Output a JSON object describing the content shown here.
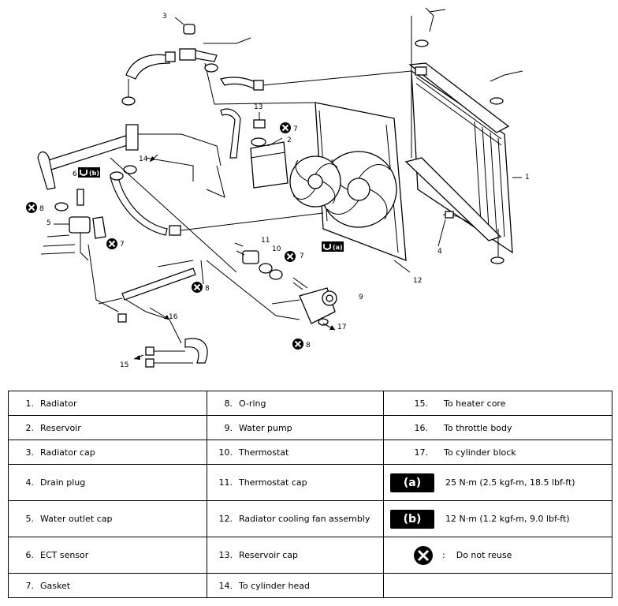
{
  "callouts": {
    "c1": "1",
    "c2": "2",
    "c3": "3",
    "c4": "4",
    "c5": "5",
    "c6": "6",
    "c7": "7",
    "c8": "8",
    "c9": "9",
    "c10": "10",
    "c11": "11",
    "c12": "12",
    "c13": "13",
    "c14": "14",
    "c15": "15",
    "c16": "16",
    "c17": "17"
  },
  "torque_tags": {
    "a": "(a)",
    "b": "(b)"
  },
  "legend": {
    "rows": [
      [
        {
          "num": "1.",
          "label": "Radiator"
        },
        {
          "num": "8.",
          "label": "O-ring"
        },
        {
          "num": "15.",
          "label": "To heater core"
        }
      ],
      [
        {
          "num": "2.",
          "label": "Reservoir"
        },
        {
          "num": "9.",
          "label": "Water pump"
        },
        {
          "num": "16.",
          "label": "To throttle body"
        }
      ],
      [
        {
          "num": "3.",
          "label": "Radiator cap"
        },
        {
          "num": "10.",
          "label": "Thermostat"
        },
        {
          "num": "17.",
          "label": "To cylinder block"
        }
      ],
      [
        {
          "num": "4.",
          "label": "Drain plug"
        },
        {
          "num": "11.",
          "label": "Thermostat cap"
        },
        {
          "symbol": "torque-a",
          "label": "25 N·m (2.5 kgf-m, 18.5 lbf-ft)"
        }
      ],
      [
        {
          "num": "5.",
          "label": "Water outlet cap"
        },
        {
          "num": "12.",
          "label": "Radiator cooling fan assembly"
        },
        {
          "symbol": "torque-b",
          "label": "12 N·m (1.2 kgf-m, 9.0 lbf-ft)"
        }
      ],
      [
        {
          "num": "6.",
          "label": "ECT sensor"
        },
        {
          "num": "13.",
          "label": "Reservoir cap"
        },
        {
          "symbol": "do-not-reuse",
          "label": "Do not reuse"
        }
      ],
      [
        {
          "num": "7.",
          "label": "Gasket"
        },
        {
          "num": "14.",
          "label": "To cylinder head"
        },
        {
          "num": "",
          "label": ""
        }
      ]
    ],
    "torque_a_text": "(a)",
    "torque_b_text": "(b)",
    "colon": ":"
  }
}
